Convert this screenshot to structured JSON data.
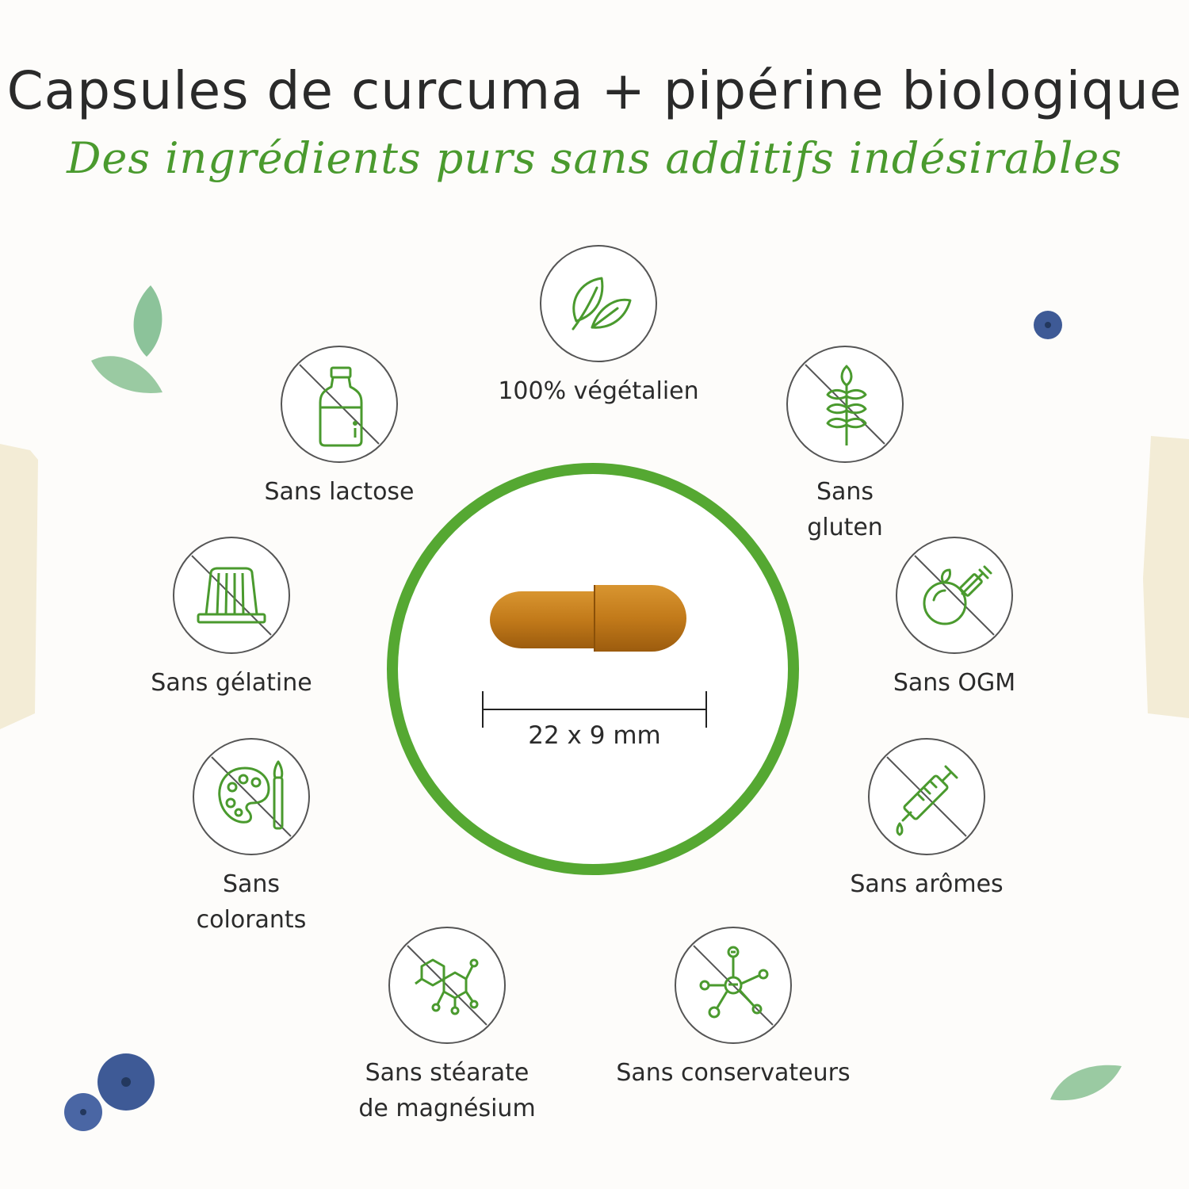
{
  "header": {
    "title": "Capsules de curcuma + pipérine biologique",
    "subtitle": "Des ingrédients purs sans additifs indésirables"
  },
  "center": {
    "dimension": "22 x 9 mm"
  },
  "features": [
    {
      "label": "100% végétalien",
      "icon": "leaf-icon"
    },
    {
      "label": "Sans lactose",
      "icon": "milk-bottle-icon"
    },
    {
      "label": "Sans\ngluten",
      "icon": "wheat-icon"
    },
    {
      "label": "Sans gélatine",
      "icon": "jelly-icon"
    },
    {
      "label": "Sans OGM",
      "icon": "orange-syringe-icon"
    },
    {
      "label": "Sans\ncolorants",
      "icon": "palette-icon"
    },
    {
      "label": "Sans arômes",
      "icon": "syringe-icon"
    },
    {
      "label": "Sans stéarate\nde magnésium",
      "icon": "molecule-icon"
    },
    {
      "label": "Sans conservateurs",
      "icon": "atom-icon"
    }
  ],
  "colors": {
    "accent": "#55a832",
    "icon_green": "#4a9a2e",
    "text": "#2b2b2b",
    "capsule": "#c27a1a"
  }
}
